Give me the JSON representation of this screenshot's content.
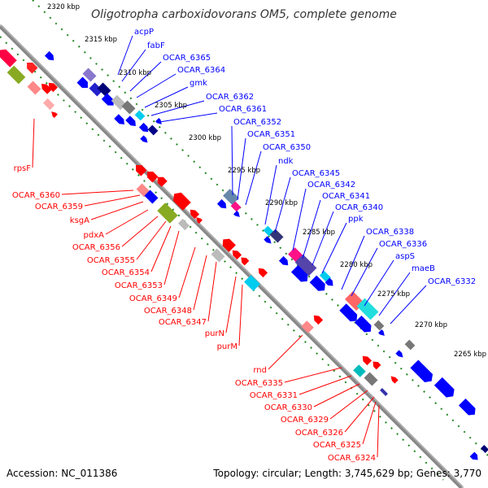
{
  "title": "Oligotropha carboxidovorans OM5, complete genome",
  "footer": {
    "accession": "Accession: NC_011386",
    "info": "Topology: circular; Length: 3,745,629 bp; Genes: 3,770"
  },
  "colors": {
    "forward": "#0000ff",
    "reverse": "#ff0000",
    "backbone": "#888888",
    "ticks": "#228822"
  },
  "scale_labels": [
    "2320 kbp",
    "2315 kbp",
    "2310 kbp",
    "2305 kbp",
    "2300 kbp",
    "2295 kbp",
    "2290 kbp",
    "2285 kbp",
    "2280 kbp",
    "2275 kbp",
    "2270 kbp",
    "2265 kbp"
  ],
  "forward_labels": [
    "acpP",
    "fabF",
    "OCAR_6365",
    "OCAR_6364",
    "gmk",
    "OCAR_6362",
    "OCAR_6361",
    "OCAR_6352",
    "OCAR_6351",
    "OCAR_6350",
    "ndk",
    "OCAR_6345",
    "OCAR_6342",
    "OCAR_6341",
    "OCAR_6340",
    "ppk",
    "OCAR_6338",
    "OCAR_6336",
    "aspS",
    "maeB",
    "OCAR_6332"
  ],
  "reverse_labels": [
    "rpsF",
    "OCAR_6360",
    "OCAR_6359",
    "ksgA",
    "pdxA",
    "OCAR_6356",
    "OCAR_6355",
    "OCAR_6354",
    "OCAR_6353",
    "OCAR_6349",
    "OCAR_6348",
    "OCAR_6347",
    "purN",
    "purM",
    "rnd",
    "OCAR_6335",
    "OCAR_6331",
    "OCAR_6330",
    "OCAR_6329",
    "OCAR_6326",
    "OCAR_6325",
    "OCAR_6324"
  ]
}
